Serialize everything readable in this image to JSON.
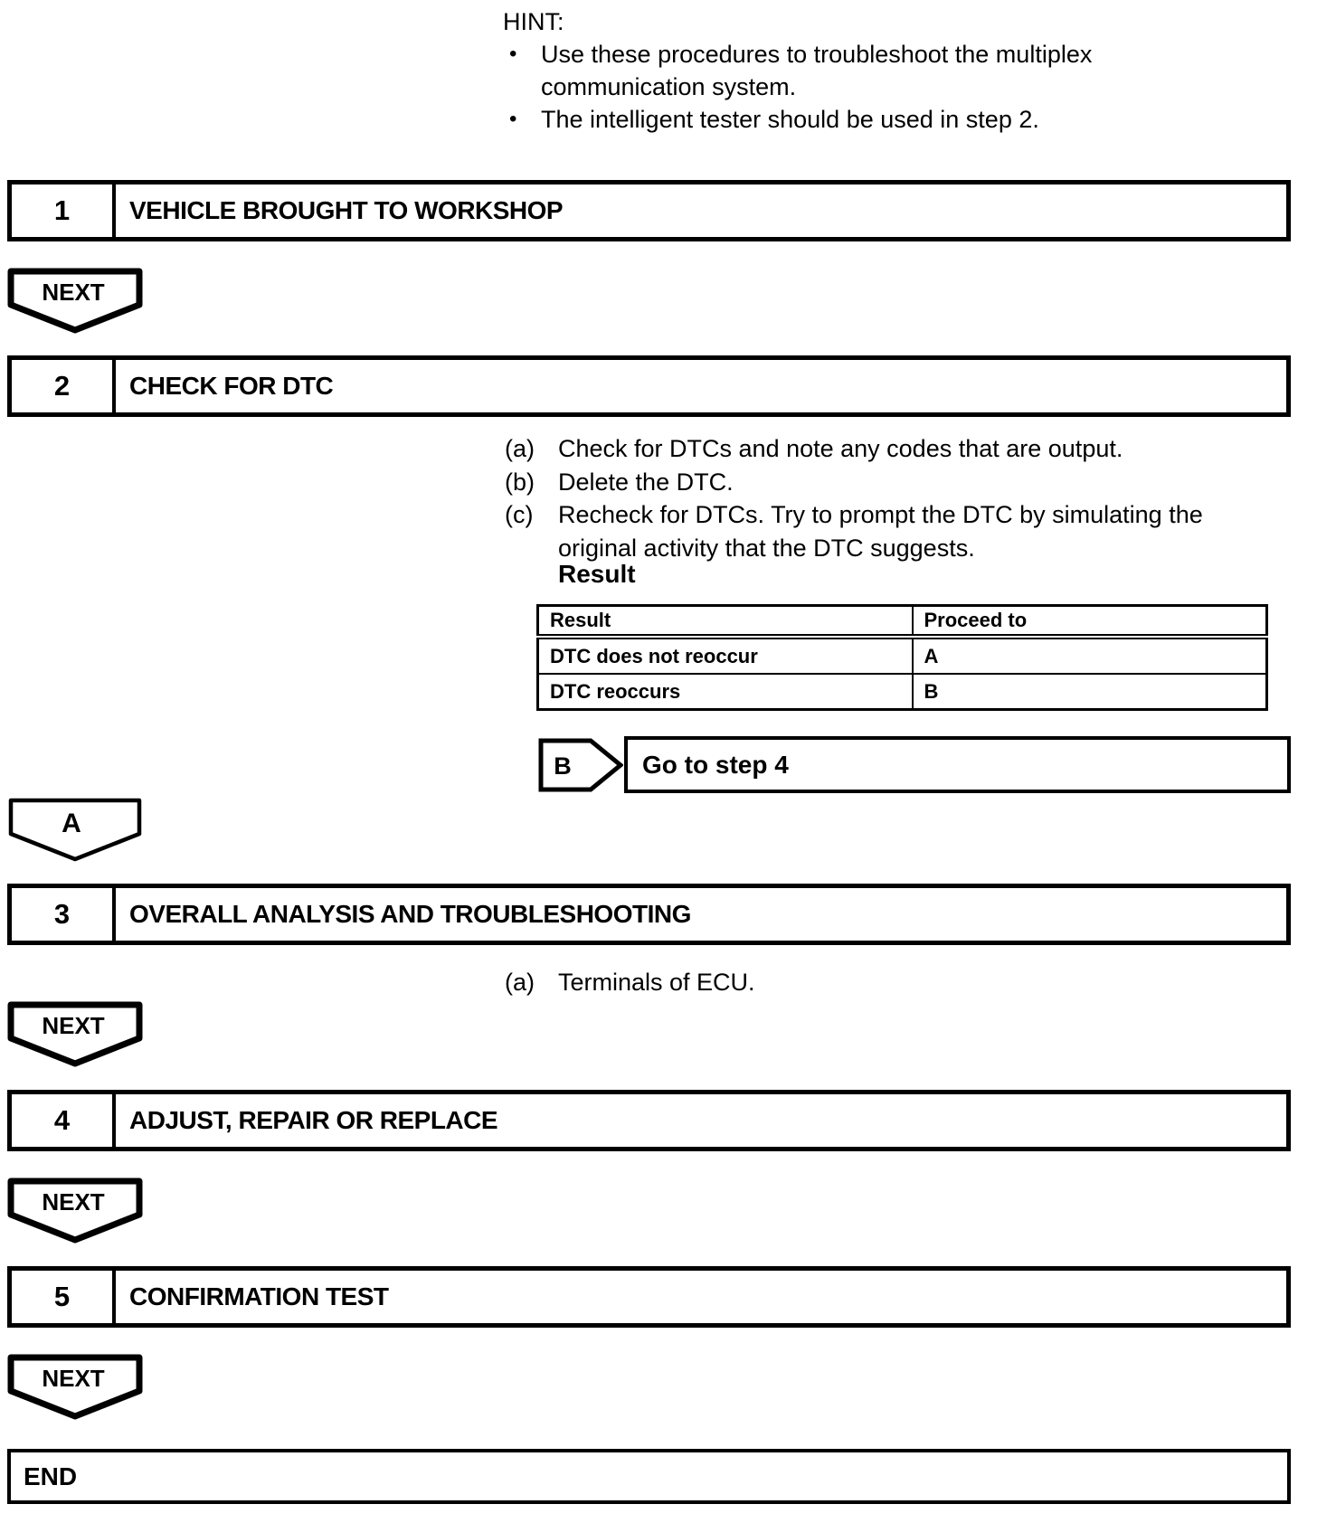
{
  "hint": {
    "label": "HINT:",
    "bullet_char": "•",
    "bullets": [
      "Use these procedures to troubleshoot the multiplex communication system.",
      "The intelligent tester should be used in step 2."
    ]
  },
  "next_label": "NEXT",
  "steps": [
    {
      "number": "1",
      "title": "VEHICLE BROUGHT TO WORKSHOP"
    },
    {
      "number": "2",
      "title": "CHECK FOR DTC"
    },
    {
      "number": "3",
      "title": "OVERALL ANALYSIS AND TROUBLESHOOTING"
    },
    {
      "number": "4",
      "title": "ADJUST, REPAIR OR REPLACE"
    },
    {
      "number": "5",
      "title": "CONFIRMATION TEST"
    }
  ],
  "step2": {
    "instructions": [
      {
        "marker": "(a)",
        "text": "Check for DTCs and note any codes that are output."
      },
      {
        "marker": "(b)",
        "text": "Delete the DTC."
      },
      {
        "marker": "(c)",
        "text": "Recheck for DTCs. Try to prompt the DTC by simulating the original activity that the DTC suggests."
      }
    ],
    "result_label": "Result",
    "result_table": {
      "headers": [
        "Result",
        "Proceed to"
      ],
      "rows": [
        {
          "result": "DTC does not reoccur",
          "proceed_to": "A"
        },
        {
          "result": "DTC reoccurs",
          "proceed_to": "B"
        }
      ]
    },
    "branch_b": {
      "label": "B",
      "action": "Go to step 4"
    },
    "branch_a": {
      "label": "A"
    }
  },
  "step3": {
    "instruction": {
      "marker": "(a)",
      "text": "Terminals of ECU."
    }
  },
  "end_label": "END"
}
